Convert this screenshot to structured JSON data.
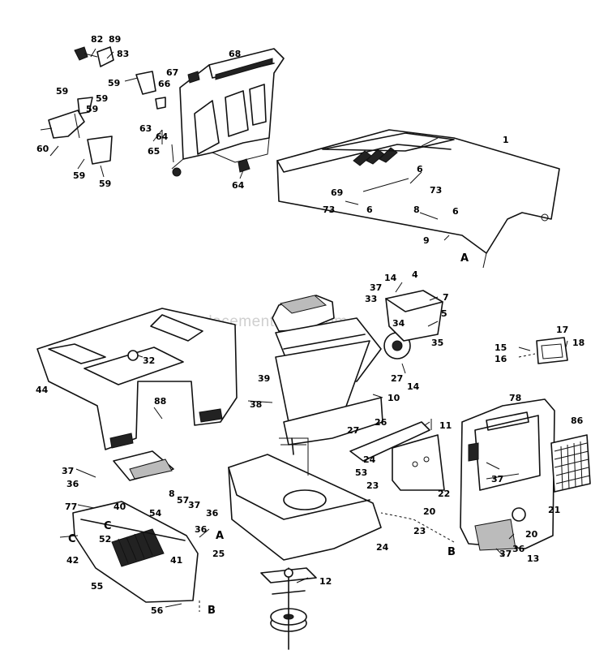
{
  "watermark": "eReplacementParts.com",
  "callouts": [
    {
      "id": "c82",
      "text": "82"
    },
    {
      "id": "c89",
      "text": "89"
    },
    {
      "id": "c83",
      "text": "83"
    },
    {
      "id": "c59a",
      "text": "59"
    },
    {
      "id": "c67",
      "text": "67"
    },
    {
      "id": "c68",
      "text": "68"
    },
    {
      "id": "c66",
      "text": "66"
    },
    {
      "id": "c59b",
      "text": "59"
    },
    {
      "id": "c59c",
      "text": "59"
    },
    {
      "id": "c59d",
      "text": "59"
    },
    {
      "id": "c60",
      "text": "60"
    },
    {
      "id": "c59e",
      "text": "59"
    },
    {
      "id": "c59f",
      "text": "59"
    },
    {
      "id": "c63",
      "text": "63"
    },
    {
      "id": "c64a",
      "text": "64"
    },
    {
      "id": "c65",
      "text": "65"
    },
    {
      "id": "c64b",
      "text": "64"
    },
    {
      "id": "c1",
      "text": "1"
    },
    {
      "id": "c6a",
      "text": "6"
    },
    {
      "id": "c73a",
      "text": "73"
    },
    {
      "id": "c69",
      "text": "69"
    },
    {
      "id": "c73b",
      "text": "73"
    },
    {
      "id": "c6b",
      "text": "6"
    },
    {
      "id": "c8a",
      "text": "8"
    },
    {
      "id": "c6c",
      "text": "6"
    },
    {
      "id": "c9",
      "text": "9"
    },
    {
      "id": "cA1",
      "text": "A"
    },
    {
      "id": "c14a",
      "text": "14"
    },
    {
      "id": "c4",
      "text": "4"
    },
    {
      "id": "c37a",
      "text": "37"
    },
    {
      "id": "c7",
      "text": "7"
    },
    {
      "id": "c33",
      "text": "33"
    },
    {
      "id": "c34",
      "text": "34"
    },
    {
      "id": "c5",
      "text": "5"
    },
    {
      "id": "c35",
      "text": "35"
    },
    {
      "id": "c17",
      "text": "17"
    },
    {
      "id": "c18",
      "text": "18"
    },
    {
      "id": "c15",
      "text": "15"
    },
    {
      "id": "c16",
      "text": "16"
    },
    {
      "id": "c32",
      "text": "32"
    },
    {
      "id": "c27a",
      "text": "27"
    },
    {
      "id": "c14b",
      "text": "14"
    },
    {
      "id": "c44",
      "text": "44"
    },
    {
      "id": "c39",
      "text": "39"
    },
    {
      "id": "c38",
      "text": "38"
    },
    {
      "id": "c10",
      "text": "10"
    },
    {
      "id": "c88",
      "text": "88"
    },
    {
      "id": "c26",
      "text": "26"
    },
    {
      "id": "c27b",
      "text": "27"
    },
    {
      "id": "c11",
      "text": "11"
    },
    {
      "id": "c78",
      "text": "78"
    },
    {
      "id": "c86",
      "text": "86"
    },
    {
      "id": "c37b",
      "text": "37"
    },
    {
      "id": "c36a",
      "text": "36"
    },
    {
      "id": "c24a",
      "text": "24"
    },
    {
      "id": "c53",
      "text": "53"
    },
    {
      "id": "c23a",
      "text": "23"
    },
    {
      "id": "c37c",
      "text": "37"
    },
    {
      "id": "c22",
      "text": "22"
    },
    {
      "id": "c20a",
      "text": "20"
    },
    {
      "id": "c77",
      "text": "77"
    },
    {
      "id": "c40",
      "text": "40"
    },
    {
      "id": "c8b",
      "text": "8"
    },
    {
      "id": "c57",
      "text": "57"
    },
    {
      "id": "c37d",
      "text": "37"
    },
    {
      "id": "c36b",
      "text": "36"
    },
    {
      "id": "c54",
      "text": "54"
    },
    {
      "id": "c36c",
      "text": "36"
    },
    {
      "id": "cC1",
      "text": "C"
    },
    {
      "id": "c52",
      "text": "52"
    },
    {
      "id": "cC2",
      "text": "C"
    },
    {
      "id": "cA2",
      "text": "A"
    },
    {
      "id": "c41",
      "text": "41"
    },
    {
      "id": "c25",
      "text": "25"
    },
    {
      "id": "c42",
      "text": "42"
    },
    {
      "id": "c21",
      "text": "21"
    },
    {
      "id": "c23b",
      "text": "23"
    },
    {
      "id": "c24b",
      "text": "24"
    },
    {
      "id": "c20b",
      "text": "20"
    },
    {
      "id": "cB1",
      "text": "B"
    },
    {
      "id": "c37e",
      "text": "37"
    },
    {
      "id": "c36d",
      "text": "36"
    },
    {
      "id": "c13",
      "text": "13"
    },
    {
      "id": "c12",
      "text": "12"
    },
    {
      "id": "c55",
      "text": "55"
    },
    {
      "id": "c56",
      "text": "56"
    },
    {
      "id": "cB2",
      "text": "B"
    }
  ]
}
